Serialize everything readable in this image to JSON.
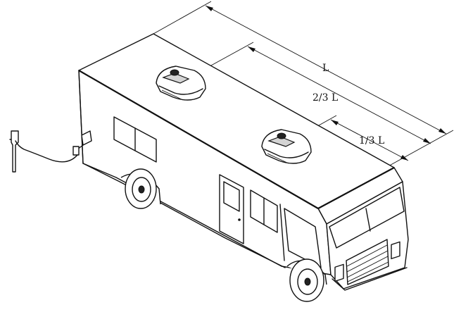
{
  "dimensions": {
    "total_label": "L",
    "two_thirds_label": "2/3 L",
    "one_third_label": "1/3 L"
  }
}
